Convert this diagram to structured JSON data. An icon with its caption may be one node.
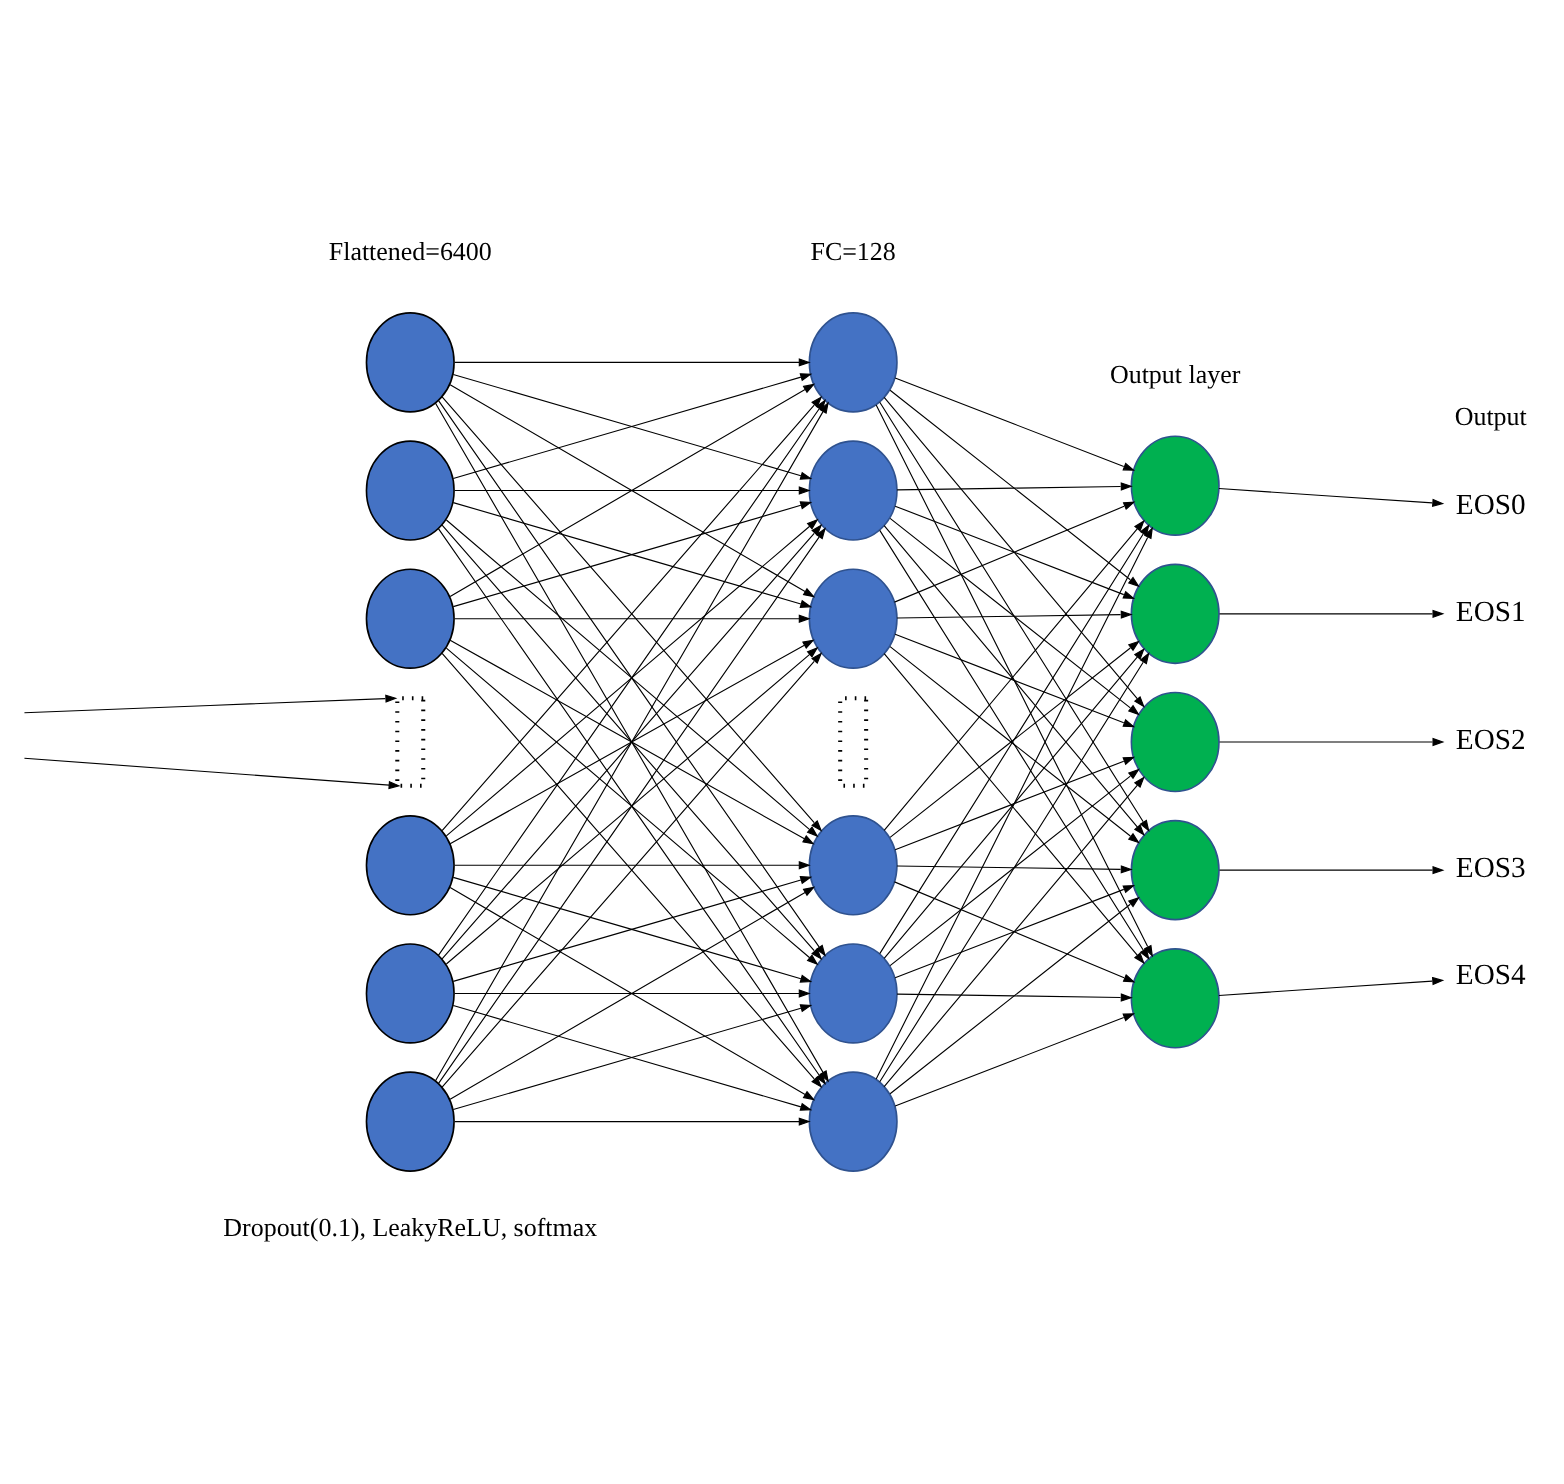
{
  "diagram": {
    "nodes": [
      {
        "text": [],
        "shape": "circle"
      },
      {
        "text": [],
        "shape": "circle"
      },
      {
        "text": [],
        "shape": "circle"
      },
      {
        "text": [],
        "shape": "dots"
      },
      {
        "text": [],
        "shape": "circle"
      },
      {
        "text": [],
        "shape": "circle"
      },
      {
        "text": [],
        "shape": "circle"
      },
      {
        "text": [],
        "shape": "circle"
      },
      {
        "text": [],
        "shape": "circle"
      },
      {
        "text": [],
        "shape": "circle"
      },
      {
        "text": [],
        "shape": "dots"
      },
      {
        "text": [],
        "shape": "circle"
      },
      {
        "text": [],
        "shape": "circle"
      },
      {
        "text": [],
        "shape": "circle"
      },
      {
        "text": [],
        "shape": "circle"
      },
      {
        "text": [],
        "shape": "circle"
      },
      {
        "text": [],
        "shape": "circle"
      },
      {
        "text": [],
        "shape": "circle"
      },
      {
        "text": [],
        "shape": "circle"
      },
      {
        "text": [
          "EOS0"
        ]
      },
      {
        "text": [
          "EOS1"
        ]
      },
      {
        "text": [
          "EOS2"
        ]
      },
      {
        "text": [
          "EOS3"
        ]
      },
      {
        "text": [
          "EOS4"
        ]
      }
    ],
    "edges": [
      {
        "from": null,
        "to": 3,
        "arrow": "to"
      },
      {
        "from": null,
        "to": 3,
        "arrow": "to"
      },
      {
        "from": 0,
        "to": 7,
        "arrow": "to"
      },
      {
        "from": 0,
        "to": 8,
        "arrow": "to"
      },
      {
        "from": 0,
        "to": 9,
        "arrow": "to"
      },
      {
        "from": 0,
        "to": 11,
        "arrow": "to"
      },
      {
        "from": 0,
        "to": 12,
        "arrow": "to"
      },
      {
        "from": 0,
        "to": 13,
        "arrow": "to"
      },
      {
        "from": 1,
        "to": 7,
        "arrow": "to"
      },
      {
        "from": 1,
        "to": 8,
        "arrow": "to"
      },
      {
        "from": 1,
        "to": 9,
        "arrow": "to"
      },
      {
        "from": 1,
        "to": 11,
        "arrow": "to"
      },
      {
        "from": 1,
        "to": 12,
        "arrow": "to"
      },
      {
        "from": 1,
        "to": 13,
        "arrow": "to"
      },
      {
        "from": 2,
        "to": 7,
        "arrow": "to"
      },
      {
        "from": 2,
        "to": 8,
        "arrow": "to"
      },
      {
        "from": 2,
        "to": 9,
        "arrow": "to"
      },
      {
        "from": 2,
        "to": 11,
        "arrow": "to"
      },
      {
        "from": 2,
        "to": 12,
        "arrow": "to"
      },
      {
        "from": 2,
        "to": 13,
        "arrow": "to"
      },
      {
        "from": 4,
        "to": 7,
        "arrow": "to"
      },
      {
        "from": 4,
        "to": 8,
        "arrow": "to"
      },
      {
        "from": 4,
        "to": 9,
        "arrow": "to"
      },
      {
        "from": 4,
        "to": 11,
        "arrow": "to"
      },
      {
        "from": 4,
        "to": 12,
        "arrow": "to"
      },
      {
        "from": 4,
        "to": 13,
        "arrow": "to"
      },
      {
        "from": 5,
        "to": 7,
        "arrow": "to"
      },
      {
        "from": 5,
        "to": 8,
        "arrow": "to"
      },
      {
        "from": 5,
        "to": 9,
        "arrow": "to"
      },
      {
        "from": 5,
        "to": 11,
        "arrow": "to"
      },
      {
        "from": 5,
        "to": 12,
        "arrow": "to"
      },
      {
        "from": 5,
        "to": 13,
        "arrow": "to"
      },
      {
        "from": 6,
        "to": 7,
        "arrow": "to"
      },
      {
        "from": 6,
        "to": 8,
        "arrow": "to"
      },
      {
        "from": 6,
        "to": 9,
        "arrow": "to"
      },
      {
        "from": 6,
        "to": 11,
        "arrow": "to"
      },
      {
        "from": 6,
        "to": 12,
        "arrow": "to"
      },
      {
        "from": 6,
        "to": 13,
        "arrow": "to"
      },
      {
        "from": 7,
        "to": 14,
        "arrow": "to"
      },
      {
        "from": 7,
        "to": 15,
        "arrow": "to"
      },
      {
        "from": 7,
        "to": 16,
        "arrow": "to"
      },
      {
        "from": 7,
        "to": 17,
        "arrow": "to"
      },
      {
        "from": 7,
        "to": 18,
        "arrow": "to"
      },
      {
        "from": 8,
        "to": 14,
        "arrow": "to"
      },
      {
        "from": 8,
        "to": 15,
        "arrow": "to"
      },
      {
        "from": 8,
        "to": 16,
        "arrow": "to"
      },
      {
        "from": 8,
        "to": 17,
        "arrow": "to"
      },
      {
        "from": 8,
        "to": 18,
        "arrow": "to"
      },
      {
        "from": 9,
        "to": 14,
        "arrow": "to"
      },
      {
        "from": 9,
        "to": 15,
        "arrow": "to"
      },
      {
        "from": 9,
        "to": 16,
        "arrow": "to"
      },
      {
        "from": 9,
        "to": 17,
        "arrow": "to"
      },
      {
        "from": 9,
        "to": 18,
        "arrow": "to"
      },
      {
        "from": 11,
        "to": 14,
        "arrow": "to"
      },
      {
        "from": 11,
        "to": 15,
        "arrow": "to"
      },
      {
        "from": 11,
        "to": 16,
        "arrow": "to"
      },
      {
        "from": 11,
        "to": 17,
        "arrow": "to"
      },
      {
        "from": 11,
        "to": 18,
        "arrow": "to"
      },
      {
        "from": 12,
        "to": 14,
        "arrow": "to"
      },
      {
        "from": 12,
        "to": 15,
        "arrow": "to"
      },
      {
        "from": 12,
        "to": 16,
        "arrow": "to"
      },
      {
        "from": 12,
        "to": 17,
        "arrow": "to"
      },
      {
        "from": 12,
        "to": 18,
        "arrow": "to"
      },
      {
        "from": 13,
        "to": 14,
        "arrow": "to"
      },
      {
        "from": 13,
        "to": 15,
        "arrow": "to"
      },
      {
        "from": 13,
        "to": 16,
        "arrow": "to"
      },
      {
        "from": 13,
        "to": 17,
        "arrow": "to"
      },
      {
        "from": 13,
        "to": 18,
        "arrow": "to"
      },
      {
        "from": 14,
        "to": 19,
        "arrow": "to"
      },
      {
        "from": 15,
        "to": 20,
        "arrow": "to"
      },
      {
        "from": 16,
        "to": 21,
        "arrow": "to"
      },
      {
        "from": 17,
        "to": 22,
        "arrow": "to"
      },
      {
        "from": 18,
        "to": 23,
        "arrow": "to"
      }
    ],
    "labels": [
      "Flattened=6400",
      "FC=128",
      "Output layer",
      "Output",
      "Dropout(0.1), LeakyReLU, softmax"
    ]
  }
}
